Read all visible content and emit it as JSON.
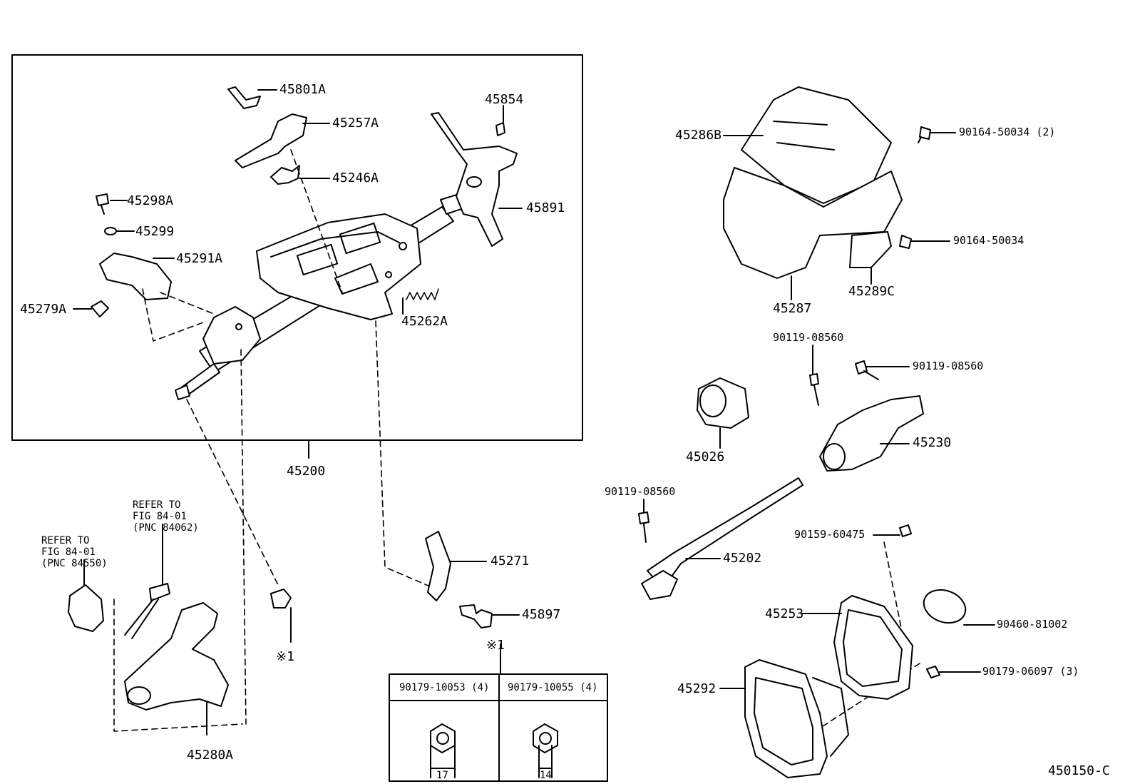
{
  "diagram_id": "450150-C",
  "assembly_label": "45200",
  "parts": {
    "p45801A": "45801A",
    "p45257A": "45257A",
    "p45246A": "45246A",
    "p45854": "45854",
    "p45891": "45891",
    "p45298A": "45298A",
    "p45299": "45299",
    "p45291A": "45291A",
    "p45279A": "45279A",
    "p45262A": "45262A",
    "p45286B": "45286B",
    "p45287": "45287",
    "p45289C": "45289C",
    "p90164_50034_2": "90164-50034 (2)",
    "p90164_50034": "90164-50034",
    "p90119_a": "90119-08560",
    "p90119_b": "90119-08560",
    "p90119_c": "90119-08560",
    "p45026": "45026",
    "p45230": "45230",
    "p45202": "45202",
    "p90159": "90159-60475",
    "p45253": "45253",
    "p90460": "90460-81002",
    "p45292": "45292",
    "p90179_06097": "90179-06097 (3)",
    "p45271": "45271",
    "p45897": "45897",
    "p45280A": "45280A",
    "ref1": "※1",
    "ref2": "※1"
  },
  "notes": {
    "refer_a": "REFER TO\nFIG 84-01\n(PNC 84062)",
    "refer_b": "REFER TO\nFIG 84-01\n(PNC 84550)"
  },
  "fastener_table": {
    "col1_part": "90179-10053 (4)",
    "col2_part": "90179-10055 (4)",
    "col1_size": "17",
    "col2_size": "14"
  }
}
